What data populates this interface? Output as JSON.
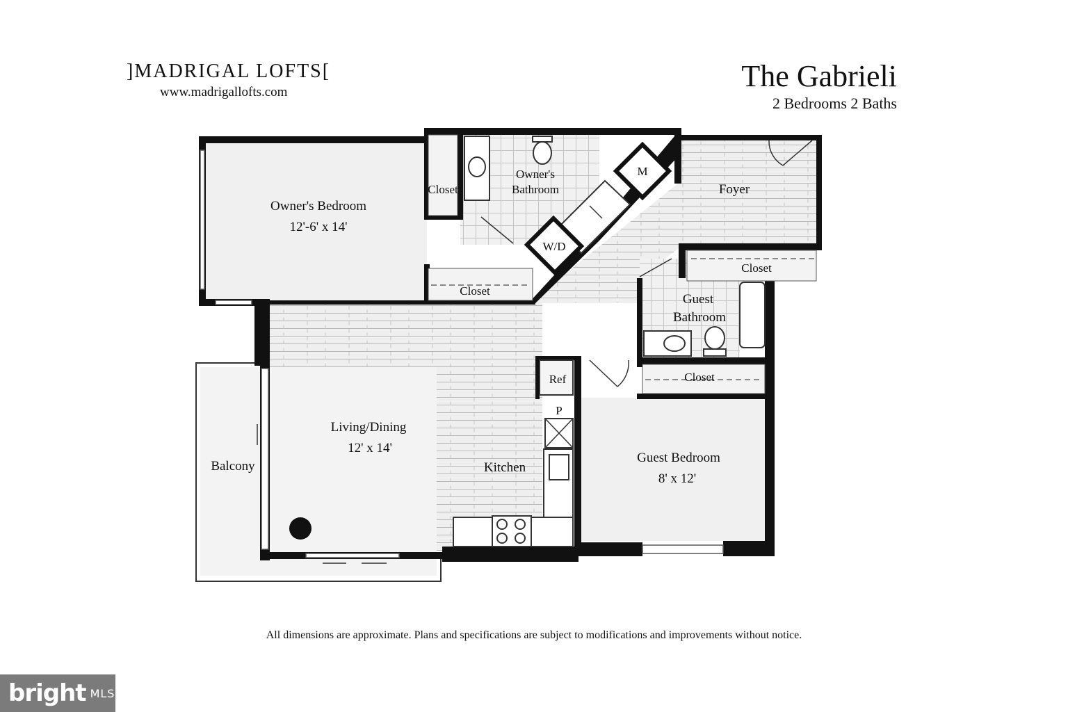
{
  "header": {
    "brand_name": "]MADRIGAL LOFTS[",
    "brand_url": "www.madrigallofts.com",
    "plan_name": "The Gabrieli",
    "plan_summary": "2 Bedrooms 2 Baths"
  },
  "rooms": {
    "owners_bedroom": {
      "name": "Owner's Bedroom",
      "size": "12'-6' x 14'"
    },
    "closet_label": "Closet",
    "owners_bathroom_line1": "Owner's",
    "owners_bathroom_line2": "Bathroom",
    "mechanical": "M",
    "washer_dryer": "W/D",
    "foyer": "Foyer",
    "guest_bathroom_line1": "Guest",
    "guest_bathroom_line2": "Bathroom",
    "living_dining": {
      "name": "Living/Dining",
      "size": "12' x 14'"
    },
    "refrigerator": "Ref",
    "pantry": "P",
    "kitchen": "Kitchen",
    "guest_bedroom": {
      "name": "Guest Bedroom",
      "size": "8' x 12'"
    },
    "balcony": "Balcony"
  },
  "footer": {
    "disclaimer": "All dimensions are approximate. Plans and specifications are subject to modifications and improvements without notice."
  },
  "watermark": {
    "word": "bright",
    "suffix": "MLS"
  }
}
